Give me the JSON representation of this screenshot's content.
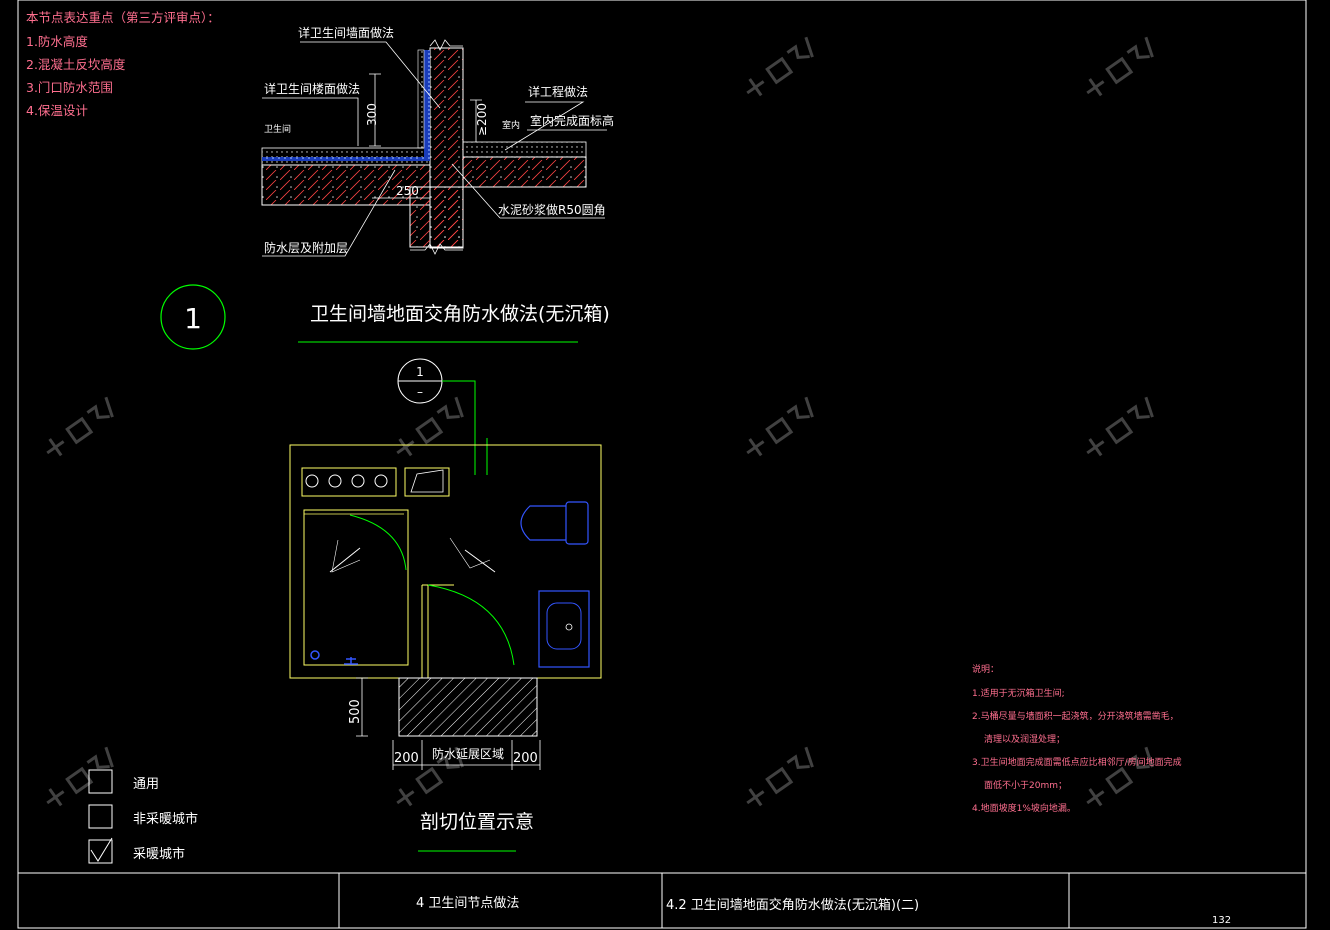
{
  "colors": {
    "background": "#000000",
    "frame": "#ffffff",
    "text": "#ffffff",
    "highlight": "#ff6f8f",
    "plan": "#ffff66",
    "symbol": "#00ff00",
    "fixture": "#3355ff",
    "annotation": "#00ffff"
  },
  "key_points": {
    "heading": "本节点表达重点（第三方评审点）：",
    "items": [
      "1.防水高度",
      "2.混凝土反坎高度",
      "3.门口防水范围",
      "4.保温设计"
    ]
  },
  "detail": {
    "label_wall": "详卫生间墙面做法",
    "label_floor": "详卫生间楼面做法",
    "label_project": "详工程做法",
    "label_indoor_level": "室内完成面标高",
    "label_room_left": "卫生间",
    "label_room_right": "室内",
    "dim_300": "300",
    "dim_200": "≥200",
    "dim_250": "250",
    "label_mortar": "水泥砂浆做R50圆角",
    "label_waterproof": "防水层及附加层"
  },
  "detail_title": {
    "number": "1",
    "text": "卫生间墙地面交角防水做法(无沉箱)"
  },
  "section_marker": {
    "top": "1",
    "bottom": "–"
  },
  "plan": {
    "title": "剖切位置示意",
    "dim_500": "500",
    "dim_200_left": "200",
    "dim_200_right": "200",
    "label_zone": "防水延展区域"
  },
  "legend": [
    {
      "label": "通用",
      "checked": false
    },
    {
      "label": "非采暖城市",
      "checked": false
    },
    {
      "label": "采暖城市",
      "checked": true
    }
  ],
  "notes": {
    "heading": "说明：",
    "lines": [
      "1.适用于无沉箱卫生间;",
      "2.马桶尽量与墙面积一起浇筑，分开浇筑墙需凿毛，",
      "清理以及润湿处理；",
      "3.卫生间地面完成面需低点应比相邻厅/房间地面完成",
      "面低不小于20mm；",
      "4.地面坡度1%坡向地漏。"
    ]
  },
  "title_block": {
    "chapter": "4   卫生间节点做法",
    "section": "4.2  卫生间墙地面交角防水做法(无沉箱)(二)",
    "page": "132"
  },
  "watermark_icon": "zhizhu-logo-icon"
}
